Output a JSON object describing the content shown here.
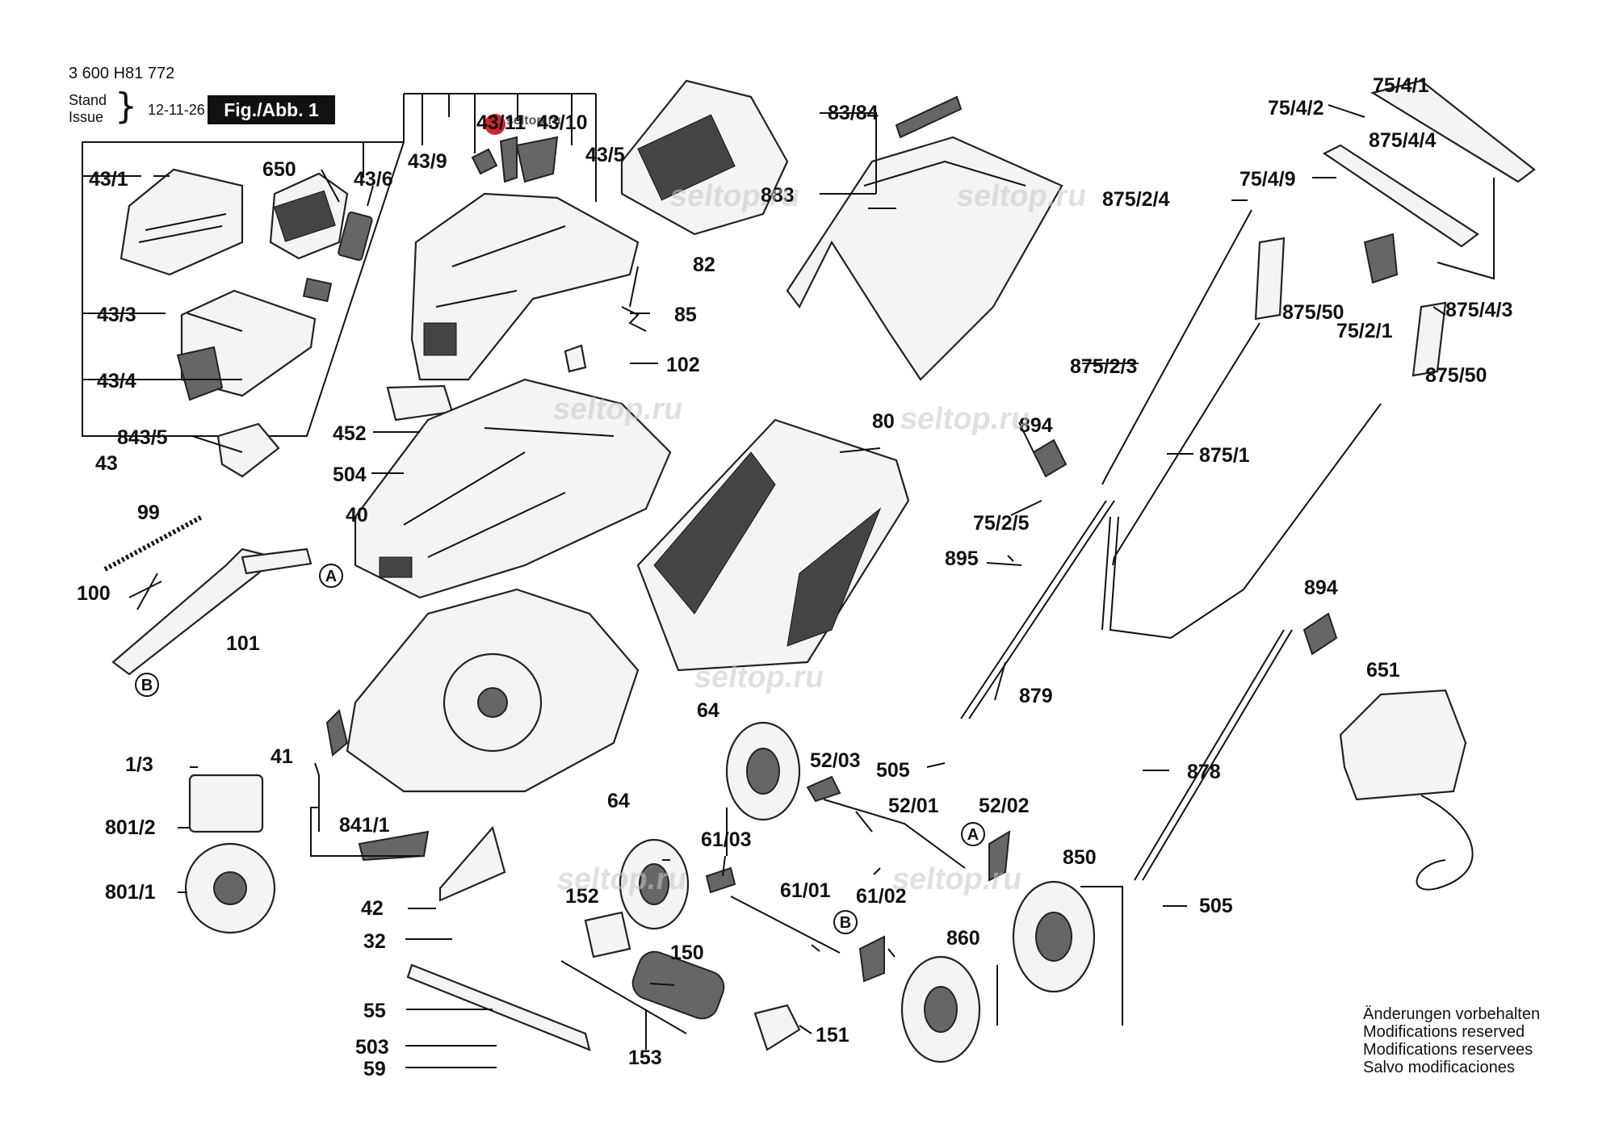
{
  "header": {
    "part_code": "3 600 H81 772",
    "stand_label": "Stand",
    "issue_label": "Issue",
    "brace": "}",
    "date": "12-11-26",
    "figure": "Fig./Abb. 1"
  },
  "notes": [
    "Änderungen vorbehalten",
    "Modifications reserved",
    "Modifications reservees",
    "Salvo modificaciones"
  ],
  "watermark_text": "seltop.ru",
  "logo_text": "seltop.ru",
  "callouts": [
    "A",
    "B"
  ],
  "part_labels": [
    "43/1",
    "650",
    "43/6",
    "43/9",
    "43/11",
    "43/10",
    "43/5",
    "43/3",
    "43/4",
    "843/5",
    "43",
    "99",
    "100",
    "101",
    "82",
    "85",
    "102",
    "452",
    "504",
    "40",
    "83/84",
    "883",
    "80",
    "75/4/1",
    "75/4/2",
    "875/4/4",
    "75/4/9",
    "875/2/4",
    "875/50",
    "75/2/1",
    "875/4/3",
    "875/2/3",
    "875/50",
    "894",
    "875/1",
    "75/2/5",
    "895",
    "894",
    "879",
    "651",
    "64",
    "52/03",
    "505",
    "52/01",
    "52/02",
    "878",
    "41",
    "1/3",
    "801/2",
    "841/1",
    "64",
    "61/03",
    "61/01",
    "850",
    "801/1",
    "152",
    "61/02",
    "42",
    "32",
    "150",
    "860",
    "505",
    "55",
    "151",
    "503",
    "153",
    "59"
  ],
  "colors": {
    "line": "#111111",
    "part_fill": "#f4f4f4",
    "part_dark": "#666666",
    "figure_box": "#111111",
    "logo_red": "#d0262b",
    "watermark": "#c8c8c8"
  }
}
